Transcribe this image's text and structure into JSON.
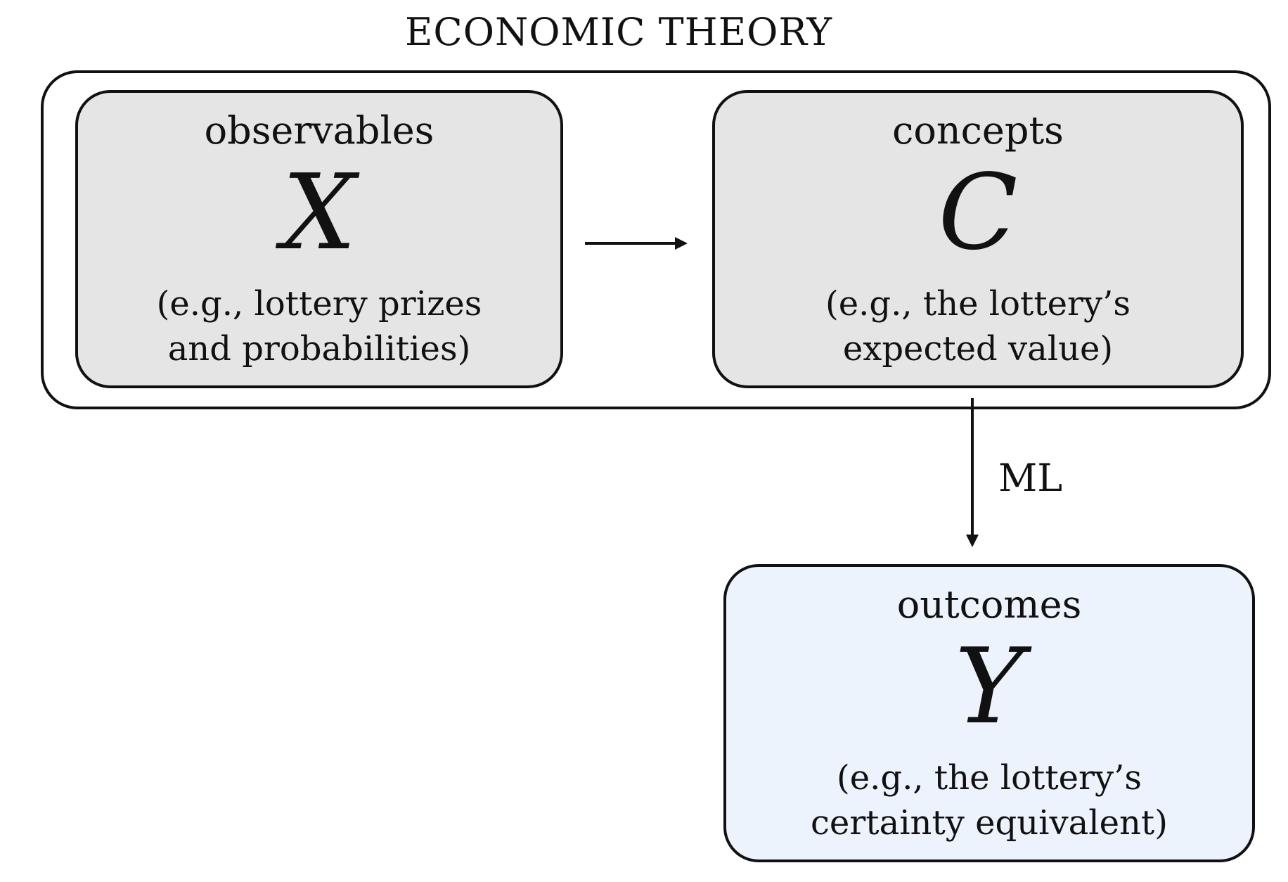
{
  "diagram": {
    "title": "ECONOMIC THEORY",
    "nodes": [
      {
        "id": "observables",
        "title": "observables",
        "symbol": "X",
        "description": [
          "(e.g., lottery prizes",
          "and probabilities)"
        ],
        "fill": "#e5e5e5"
      },
      {
        "id": "concepts",
        "title": "concepts",
        "symbol": "C",
        "description": [
          "(e.g., the lottery’s",
          "expected value)"
        ],
        "fill": "#e5e5e5"
      },
      {
        "id": "outcomes",
        "title": "outcomes",
        "symbol": "Y",
        "description": [
          "(e.g., the lottery’s",
          "certainty equivalent)"
        ],
        "fill": "#edf3fd"
      }
    ],
    "edges": [
      {
        "from": "observables",
        "to": "concepts",
        "label": ""
      },
      {
        "from": "concepts",
        "to": "outcomes",
        "label": "ML"
      }
    ]
  }
}
